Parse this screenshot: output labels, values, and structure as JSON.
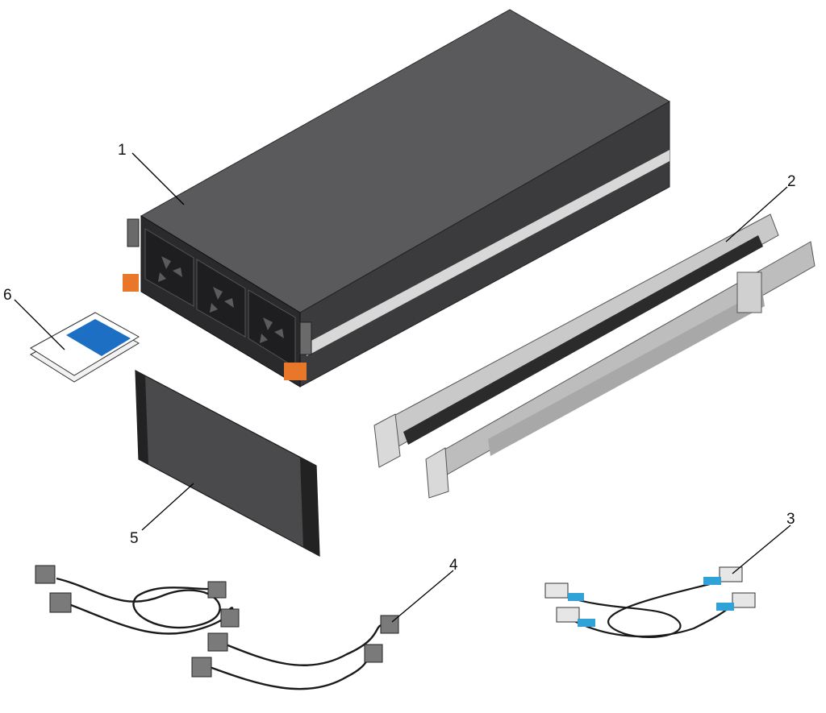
{
  "callouts": [
    {
      "id": "enclosure",
      "label": "1"
    },
    {
      "id": "rails",
      "label": "2"
    },
    {
      "id": "sas-cables",
      "label": "3"
    },
    {
      "id": "power-cables",
      "label": "4"
    },
    {
      "id": "bezel",
      "label": "5"
    },
    {
      "id": "documentation",
      "label": "6"
    }
  ],
  "colors": {
    "enclosure_top": "#5a5a5c",
    "enclosure_side": "#3a3a3c",
    "enclosure_front": "#2a2a2c",
    "accent_orange": "#e8772a",
    "rail_silver": "#c9c9c9",
    "rail_dark": "#2b2b2b",
    "doc_blue": "#1d6fc4",
    "cable_connector_blue": "#2fa3d8",
    "bezel_face": "#4a4a4c",
    "cable_black": "#1a1a1a"
  }
}
